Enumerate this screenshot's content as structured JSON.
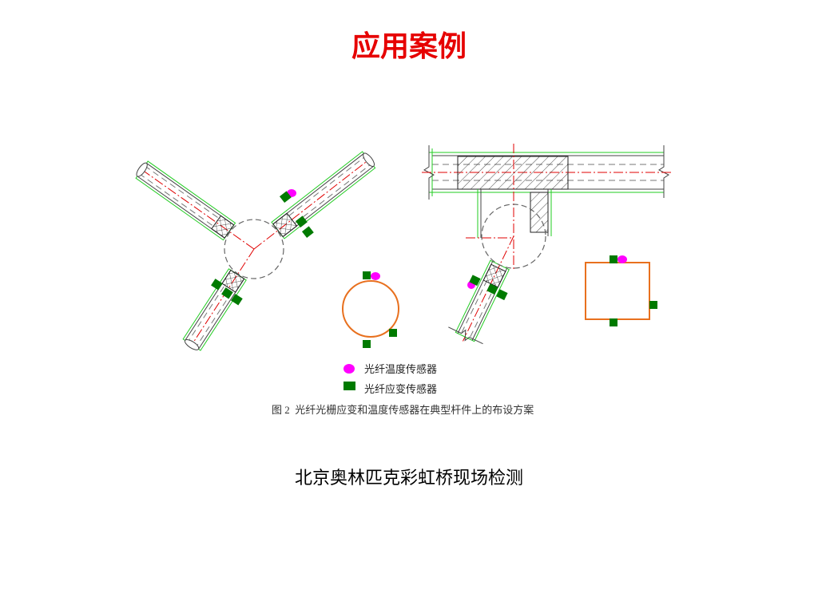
{
  "slide": {
    "title": "应用案例",
    "subtitle": "北京奥林匹克彩虹桥现场检测"
  },
  "figure": {
    "legend": [
      {
        "label": "光纤温度传感器",
        "symbol": "temperature-sensor-ellipse"
      },
      {
        "label": "光纤应变传感器",
        "symbol": "strain-sensor-rect"
      }
    ],
    "caption": "图 2  光纤光栅应变和温度传感器在典型杆件上的布设方案"
  },
  "colors": {
    "title": "#e60000",
    "temperature_sensor": "#ff00ff",
    "strain_sensor": "#007a00",
    "section_outline": "#e8701e",
    "centerline": "#e00000",
    "wrap_line": "#22cc22"
  }
}
